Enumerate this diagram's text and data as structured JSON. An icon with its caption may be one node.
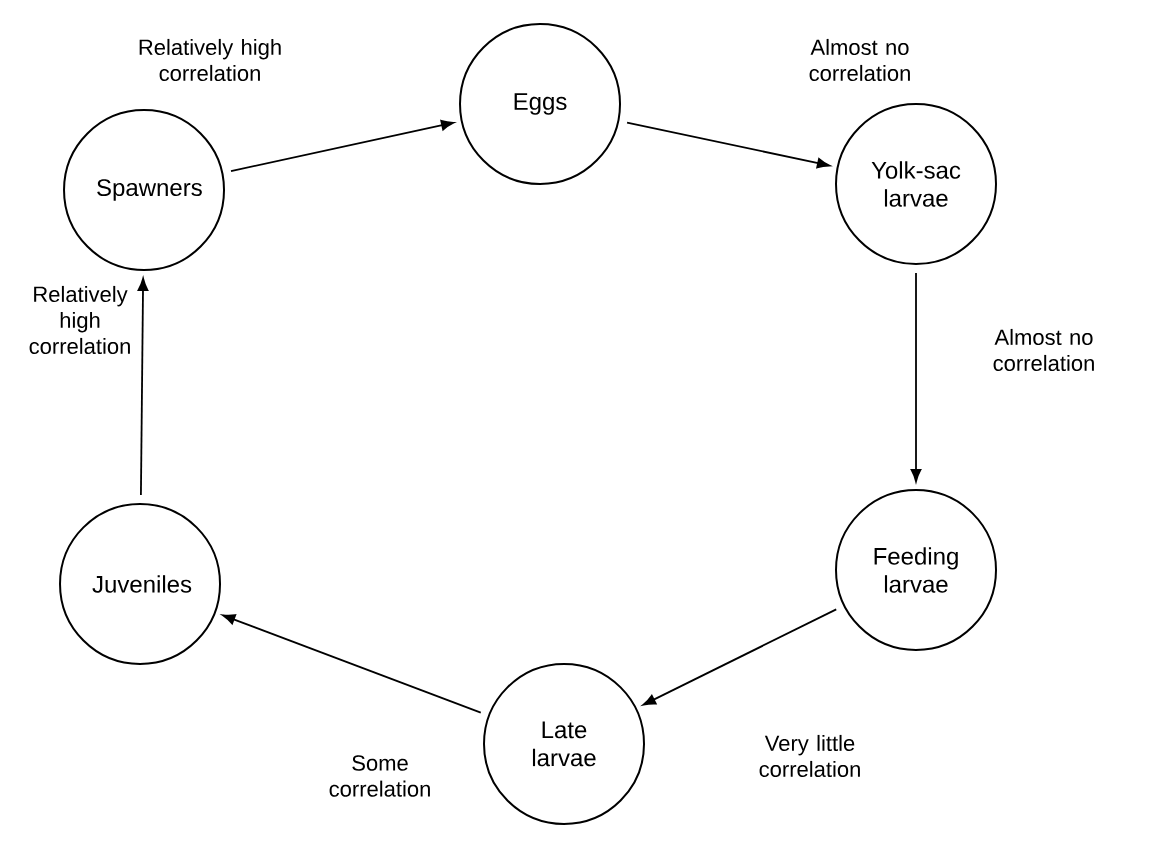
{
  "diagram": {
    "nodes": [
      {
        "text": [
          "Eggs"
        ]
      },
      {
        "text": [
          "Yolk-sac larvae"
        ]
      },
      {
        "text": [
          "Feeding larvae"
        ]
      },
      {
        "text": [
          "Late larvae"
        ]
      },
      {
        "text": [
          "Juveniles"
        ]
      },
      {
        "text": [
          "Spawners"
        ]
      }
    ],
    "edges": [
      {
        "from": 0,
        "to": 1,
        "arrow": "to",
        "label": "Almost no correlation"
      },
      {
        "from": 1,
        "to": 2,
        "arrow": "to",
        "label": "Almost no correlation"
      },
      {
        "from": 2,
        "to": 3,
        "arrow": "to",
        "label": "Very little correlation"
      },
      {
        "from": 3,
        "to": 4,
        "arrow": "to",
        "label": "Some correlation"
      },
      {
        "from": 4,
        "to": 5,
        "arrow": "to",
        "label": "Relatively high correlation"
      },
      {
        "from": 5,
        "to": 0,
        "arrow": "to",
        "label": "Relatively high correlation"
      }
    ]
  }
}
